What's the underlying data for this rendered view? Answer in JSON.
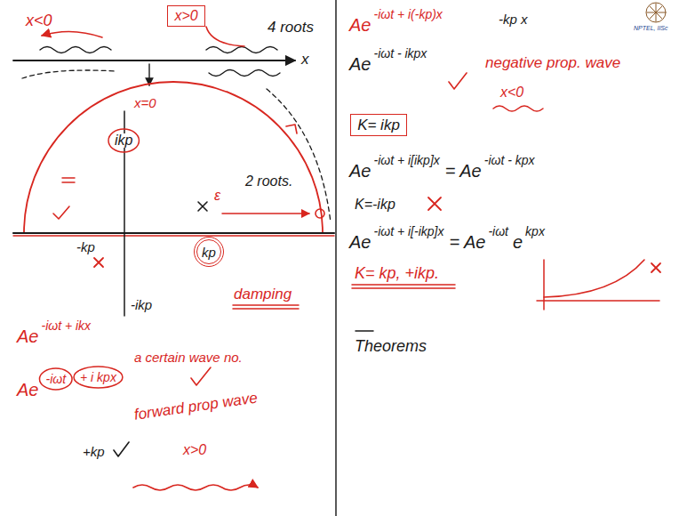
{
  "diagram": {
    "nodes": [
      {
        "text": [
          "x>0"
        ]
      },
      {
        "text": [
          "K= ikp"
        ]
      },
      {
        "text": [
          "kp"
        ]
      }
    ],
    "labels": [
      "x<0",
      "4 roots",
      "x",
      "x=0",
      "ikp",
      "2 roots.",
      "ε",
      "-kp",
      "damping",
      "-ikp",
      "Ae",
      "-iωt + ikx",
      "a certain wave no.",
      "Ae",
      "-iωt",
      "+ i kpx",
      "forward prop wave",
      "+kp",
      "x>0",
      "Ae",
      "-iωt + i(-kp)x",
      "-kp x",
      "Ae",
      "-iωt - ikpx",
      "negative prop. wave",
      "x<0",
      "Ae",
      "-iωt + i[ikp]x",
      "= Ae",
      "-iωt - kpx",
      "K=-ikp",
      "Ae",
      "-iωt + i[-ikp]x",
      "= Ae",
      "-iωt",
      "e",
      "kpx",
      "K= kp, +ikp.",
      "Theorems",
      "NPTEL, IISc"
    ]
  }
}
